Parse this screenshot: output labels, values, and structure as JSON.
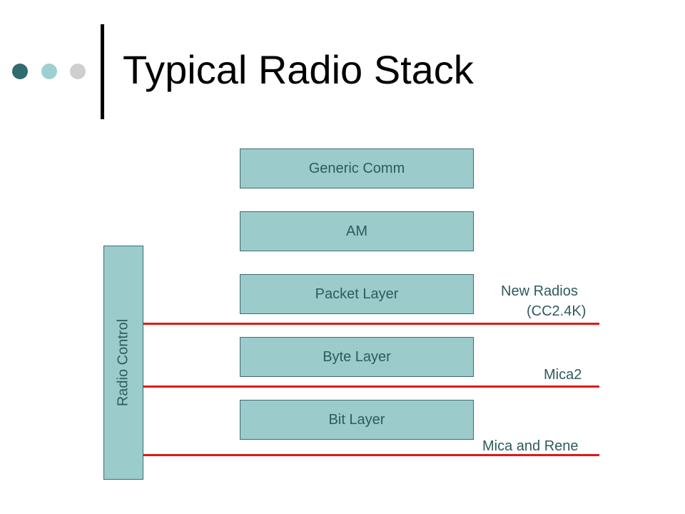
{
  "title": "Typical Radio Stack",
  "colors": {
    "dot1": "#2f6b70",
    "dot2": "#9fcfd0",
    "dot3": "#cfcfcf",
    "box": "#9ccbcb",
    "text": "#2f5a5e",
    "line": "#e0191d"
  },
  "stack": {
    "generic_comm": "Generic Comm",
    "am": "AM",
    "packet_layer": "Packet Layer",
    "byte_layer": "Byte Layer",
    "bit_layer": "Bit Layer"
  },
  "radio_control": "Radio Control",
  "radio_labels": {
    "new_radios_line1": "New Radios",
    "new_radios_line2": "(CC2.4K)",
    "mica2": "Mica2",
    "mica_rene": "Mica and Rene"
  }
}
